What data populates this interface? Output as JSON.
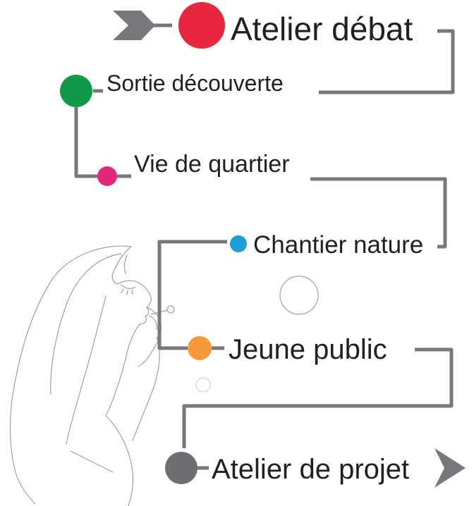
{
  "colors": {
    "connector": "#77787b",
    "text": "#231f20",
    "figure": "#9ea0a3"
  },
  "steps": [
    {
      "id": "atelier-debat",
      "label": "Atelier débat",
      "color": "#e8273f"
    },
    {
      "id": "sortie-decouverte",
      "label": "Sortie découverte",
      "color": "#109a48"
    },
    {
      "id": "vie-de-quartier",
      "label": "Vie de quartier",
      "color": "#e2277b"
    },
    {
      "id": "chantier-nature",
      "label": "Chantier nature",
      "color": "#1a9fd6"
    },
    {
      "id": "jeune-public",
      "label": "Jeune public",
      "color": "#f7983a"
    },
    {
      "id": "atelier-de-projet",
      "label": "Atelier de projet",
      "color": "#6d6e71"
    }
  ],
  "start_icon": "arrow-fletching-icon",
  "end_icon": "arrowhead-icon",
  "illustration": "woman-blowing-bubbles"
}
